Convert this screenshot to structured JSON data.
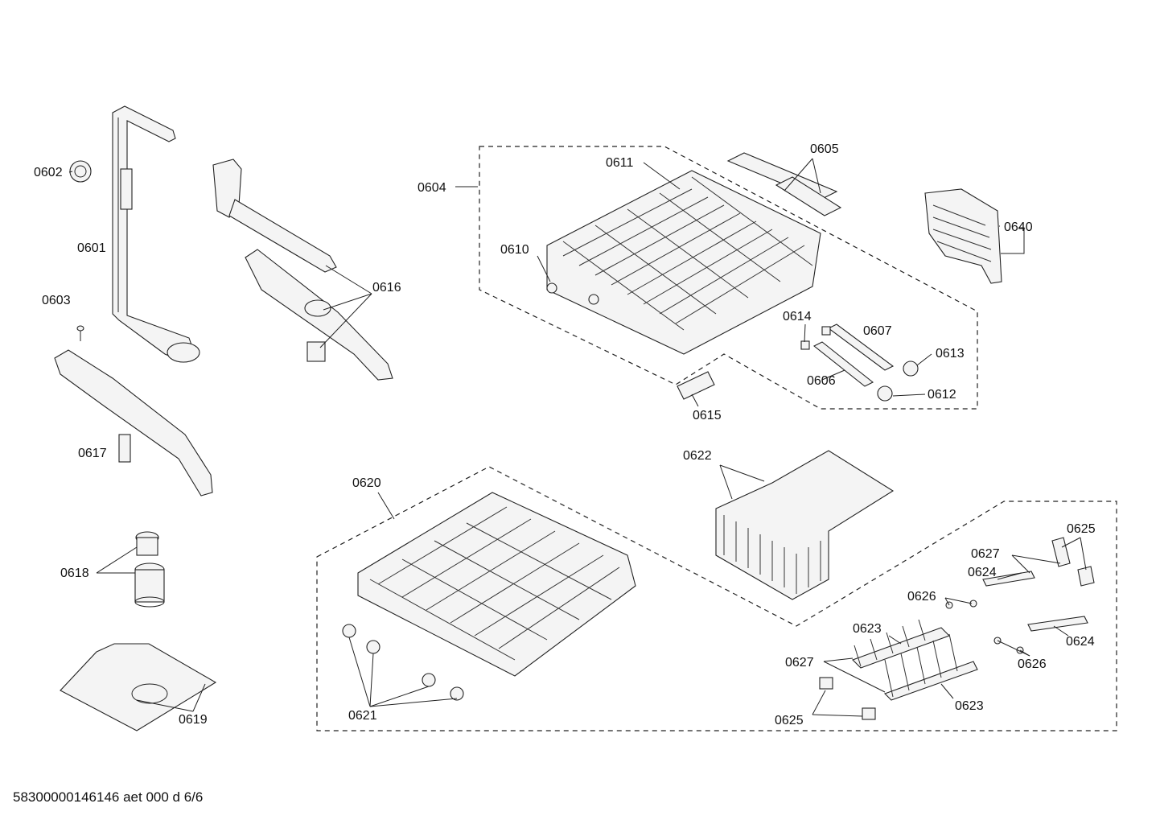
{
  "labels": {
    "p0601": "0601",
    "p0602": "0602",
    "p0603": "0603",
    "p0604": "0604",
    "p0605": "0605",
    "p0606": "0606",
    "p0607": "0607",
    "p0610": "0610",
    "p0611": "0611",
    "p0612": "0612",
    "p0613": "0613",
    "p0614": "0614",
    "p0615": "0615",
    "p0616": "0616",
    "p0617": "0617",
    "p0618": "0618",
    "p0619": "0619",
    "p0620": "0620",
    "p0621": "0621",
    "p0622": "0622",
    "p0623a": "0623",
    "p0623b": "0623",
    "p0624a": "0624",
    "p0624b": "0624",
    "p0625a": "0625",
    "p0625b": "0625",
    "p0626a": "0626",
    "p0626b": "0626",
    "p0627a": "0627",
    "p0627b": "0627",
    "p0640": "0640"
  },
  "footer": "58300000146146 aet 000 d 6/6"
}
